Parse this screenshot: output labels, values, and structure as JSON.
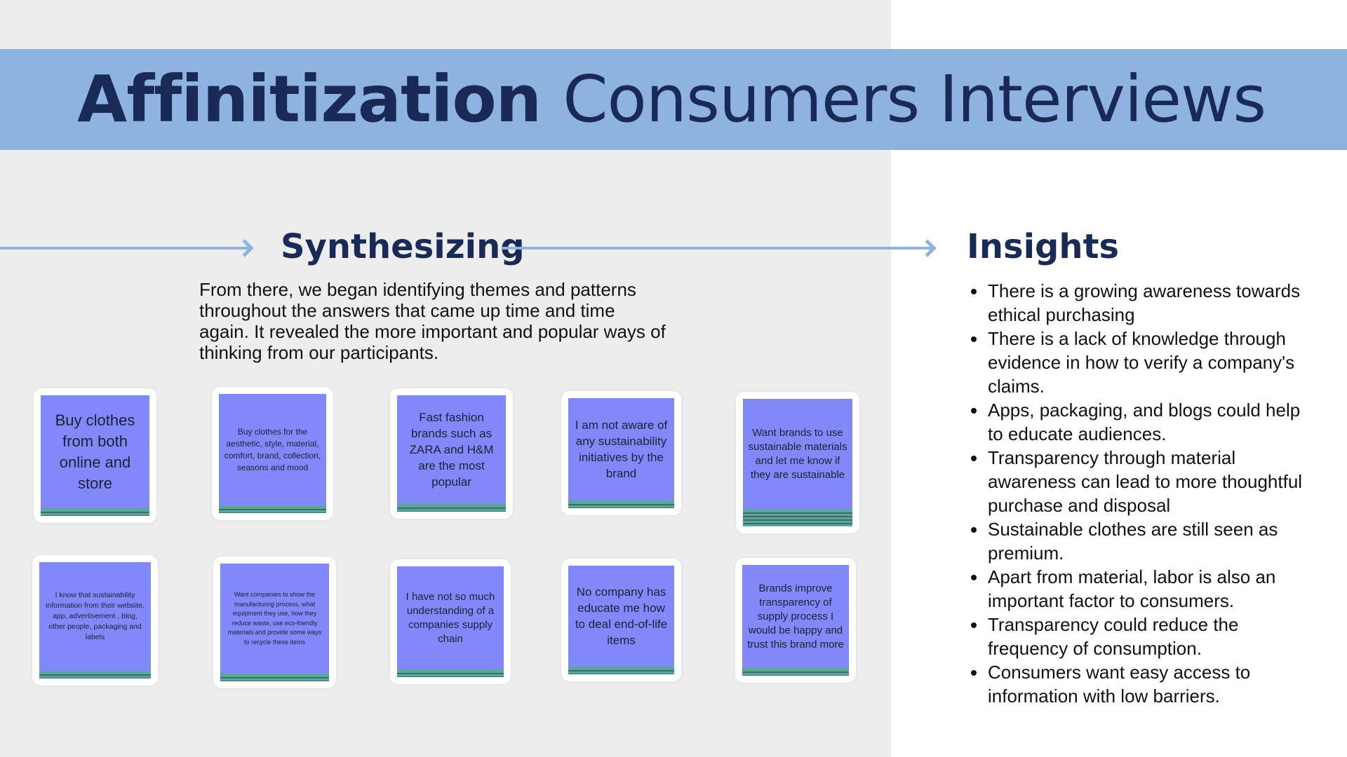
{
  "header": {
    "title_bold": "Affinitization",
    "title_light": "Consumers Interviews",
    "band_color": "#8fb3e0",
    "title_color": "#1a2a57"
  },
  "synthesizing": {
    "heading": "Synthesizing",
    "paragraph": "From there, we began identifying themes and patterns throughout the answers that came up time and time again. It revealed the more important and popular ways of thinking from our participants.",
    "notes": [
      "Buy clothes from both online and store",
      "Buy clothes for the aesthetic, style, material, comfort, brand, collection, seasons and mood",
      "Fast fashion brands such as ZARA and H&M are the most popular",
      "I am not aware of any sustainability initiatives by the brand",
      "Want brands to use sustainable materials and let me know if they are sustainable",
      "I know that sustainability information from their website, app, advertisement , blog, other people, packaging and labels",
      "Want companies to show the manufacturing process, what equipment they use, how they reduce waste, use eco-friendly materials and provide some ways to recycle these items",
      "I have not so much understanding of a companies supply chain",
      "No company has educate me how to deal end-of-life items",
      "Brands improve transparency of supply process I would be happy and trust this brand more"
    ],
    "note_color": "#8188fa",
    "note_edge_color": "#5aa79d"
  },
  "insights": {
    "heading": "Insights",
    "items": [
      "There is a growing awareness towards ethical purchasing",
      "There is a lack of knowledge through evidence in how to verify a company's claims.",
      "Apps, packaging, and blogs could help to educate audiences.",
      "Transparency through material awareness can lead to more thoughtful purchase and disposal",
      "Sustainable clothes are still seen as premium.",
      "Apart from material, labor is also an important factor to consumers.",
      "Transparency could reduce the frequency of consumption.",
      "Consumers want easy access to information with low barriers."
    ]
  },
  "icons": {
    "arrow_left": "arrow-right-icon",
    "arrow_right": "arrow-right-icon"
  }
}
